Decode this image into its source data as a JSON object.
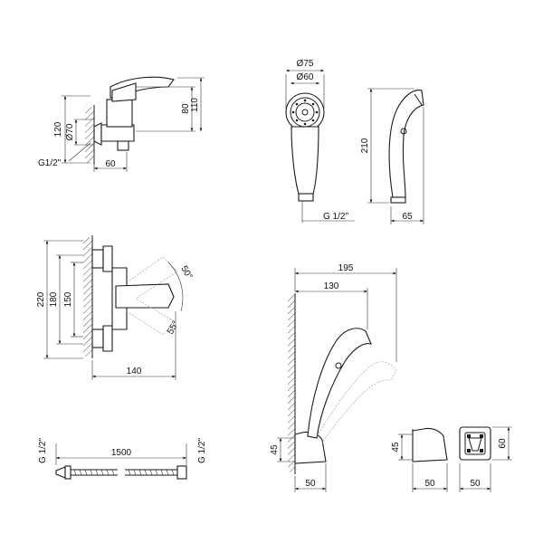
{
  "mixer_side": {
    "dim_120": "120",
    "dim_d70": "Ø70",
    "dim_80": "80",
    "dim_110": "110",
    "dim_60": "60",
    "thread": "G1/2\""
  },
  "shower_head": {
    "dim_d75": "Ø75",
    "dim_d60": "Ø60",
    "dim_210": "210",
    "dim_65": "65",
    "thread": "G 1/2\""
  },
  "mixer_front": {
    "dim_220": "220",
    "dim_180": "180",
    "dim_150": "150",
    "dim_140": "140",
    "angle_50": "50°",
    "angle_55": "55°"
  },
  "hose": {
    "thread_left": "G 1/2\"",
    "thread_right": "G 1/2\"",
    "length": "1500"
  },
  "holder_assembly": {
    "dim_195": "195",
    "dim_130": "130",
    "dim_45": "45",
    "dim_50": "50"
  },
  "holder_side": {
    "dim_45": "45",
    "dim_50": "50"
  },
  "holder_front": {
    "dim_60": "60",
    "dim_50": "50"
  }
}
